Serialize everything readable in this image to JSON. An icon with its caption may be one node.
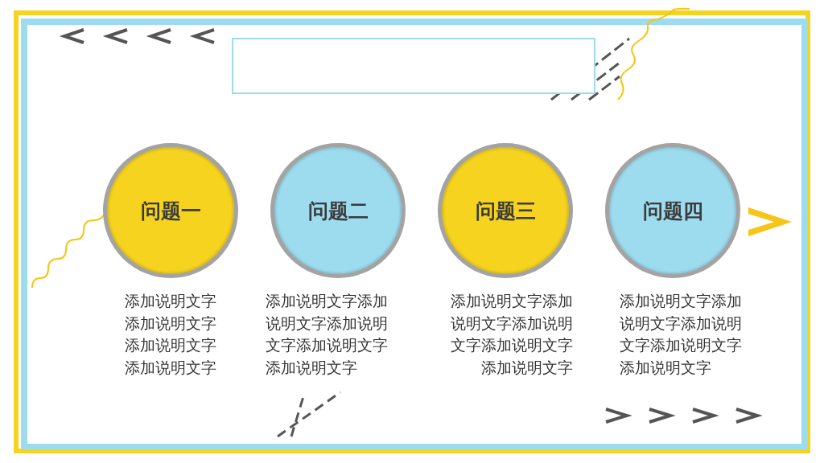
{
  "diagram": {
    "nodes": [
      {
        "text": [],
        "shape": "box"
      },
      {
        "text": [
          "问题一"
        ],
        "beside": [
          "添加说明文字添加说明文字添加说明文字添加说明文字"
        ]
      },
      {
        "text": [
          "问题二"
        ],
        "beside": [
          "添加说明文字添加说明文字添加说明文字添加说明文字添加说明文字"
        ]
      },
      {
        "text": [
          "问题三"
        ],
        "beside": [
          "添加说明文字添加说明文字添加说明文字添加说明文字添加说明文字"
        ]
      },
      {
        "text": [
          "问题四"
        ],
        "beside": [
          "添加说明文字添加说明文字添加说明文字添加说明文字添加说明文字"
        ]
      }
    ]
  }
}
